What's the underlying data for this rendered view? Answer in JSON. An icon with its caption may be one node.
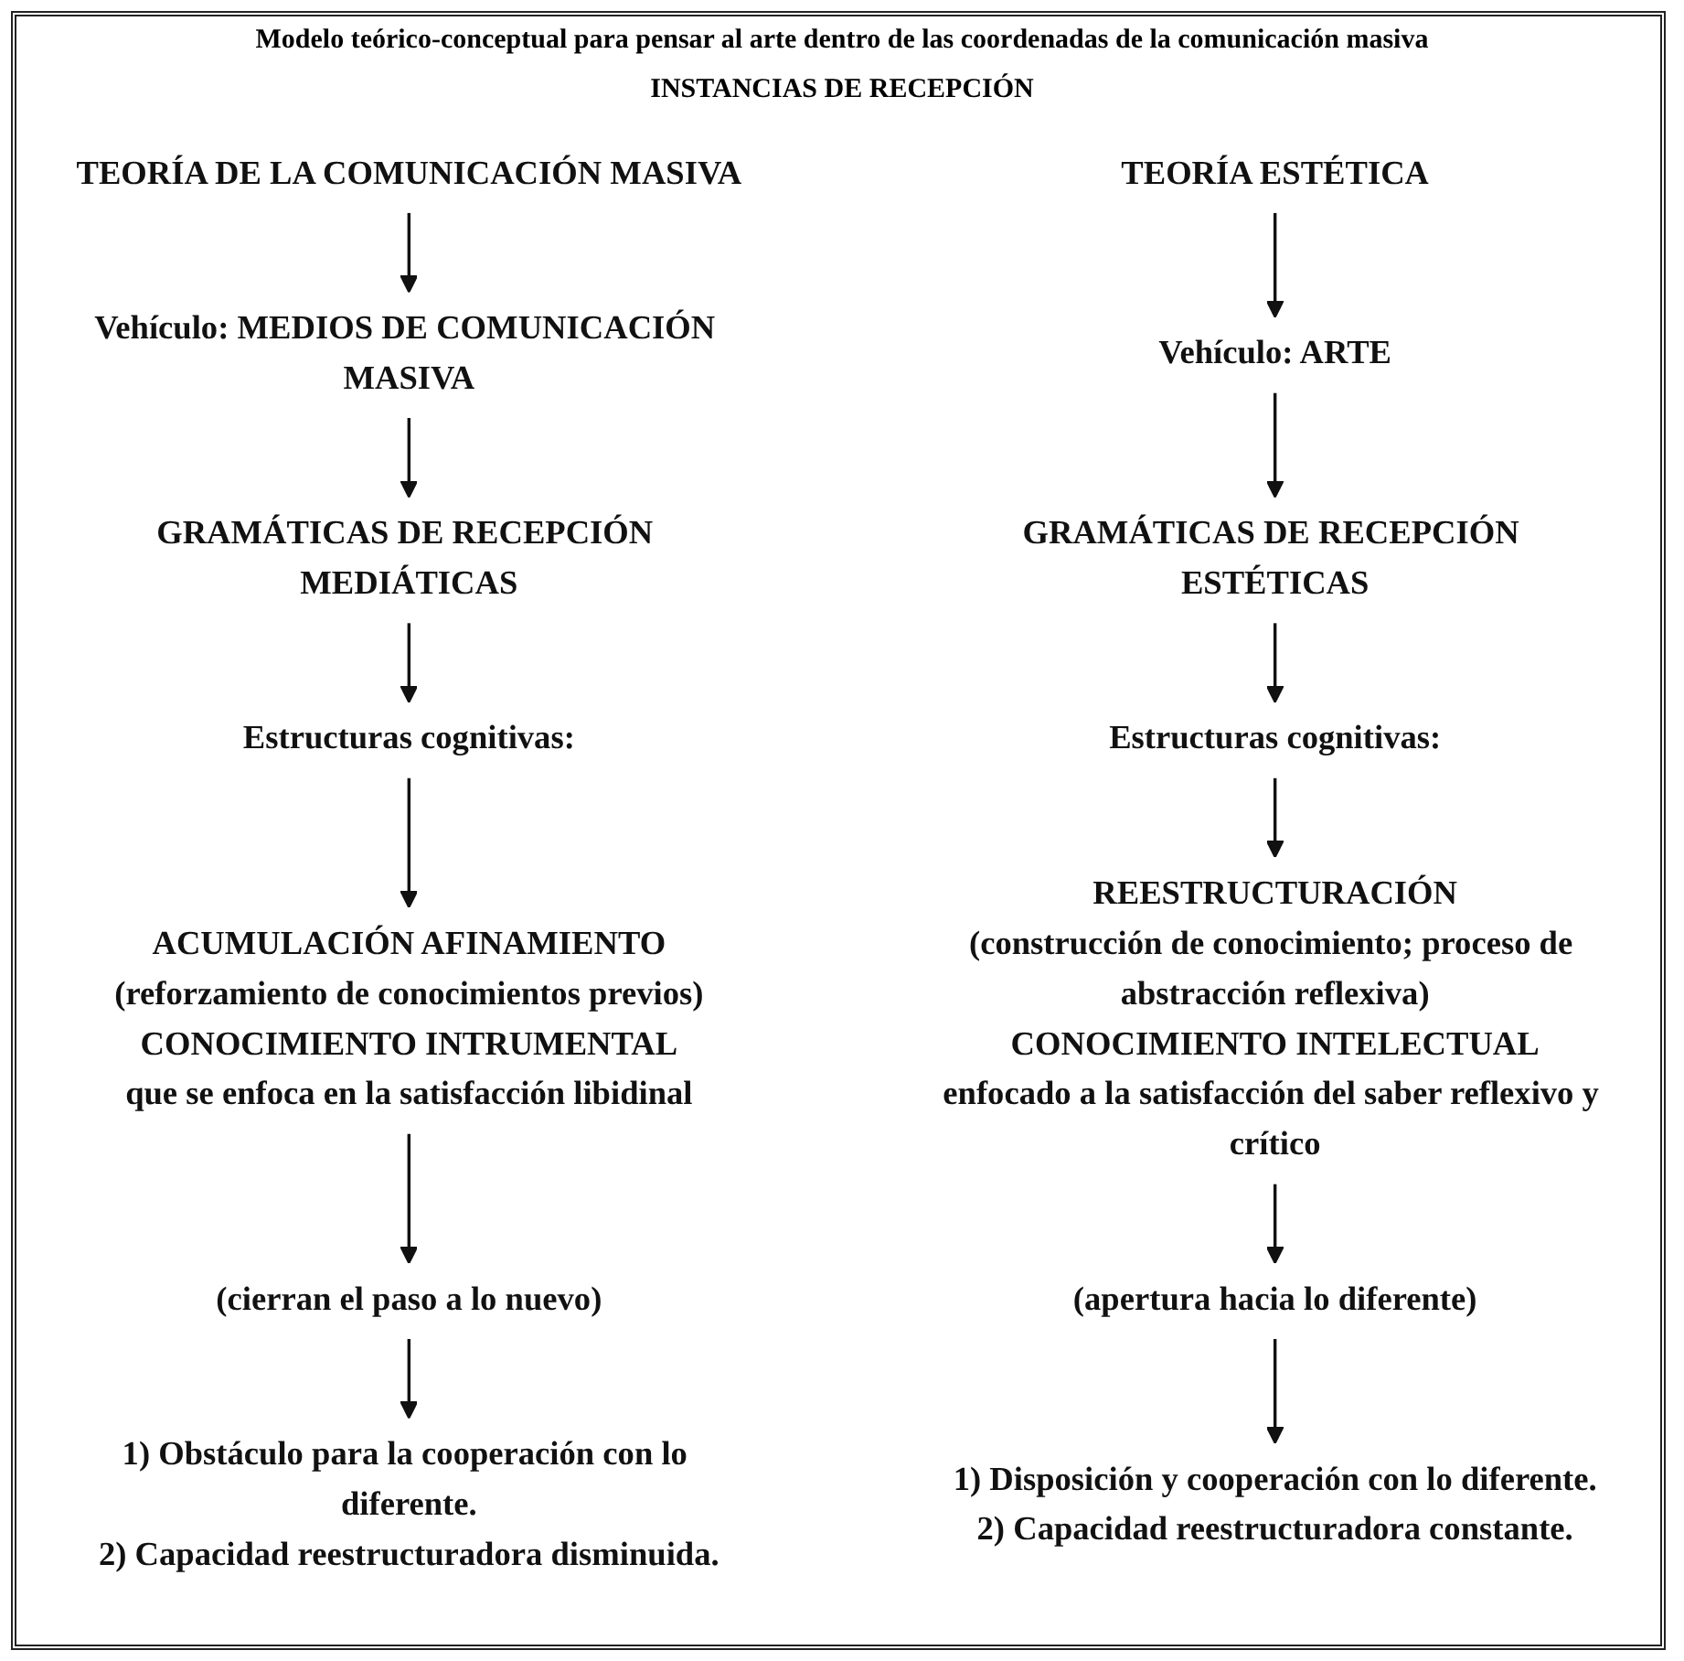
{
  "diagram": {
    "title": "Modelo teórico-conceptual para pensar al arte dentro de las coordenadas de la comunicación masiva",
    "nodes": [
      {
        "text": [
          "TEORÍA DE LA COMUNICACIÓN MASIVA"
        ]
      },
      {
        "text": [
          "TEORÍA ESTÉTICA"
        ]
      },
      {
        "text": [
          "Vehículo: MEDIOS DE COMUNICACIÓN MASIVA"
        ]
      },
      {
        "text": [
          "Vehículo: ARTE"
        ]
      },
      {
        "text": [
          "GRAMÁTICAS DE RECEPCIÓN MEDIÁTICAS"
        ]
      },
      {
        "text": [
          "GRAMÁTICAS DE RECEPCIÓN ESTÉTICAS"
        ]
      },
      {
        "text": [
          "Estructuras cognitivas:"
        ]
      },
      {
        "text": [
          "Estructuras cognitivas:"
        ]
      },
      {
        "text": [
          "ACUMULACIÓN AFINAMIENTO",
          "(reforzamiento de conocimientos previos)",
          "CONOCIMIENTO INTRUMENTAL",
          "que se enfoca en la satisfacción libidinal"
        ]
      },
      {
        "text": [
          "REESTRUCTURACIÓN",
          "(construcción de conocimiento; proceso de abstracción reflexiva)",
          "CONOCIMIENTO INTELECTUAL",
          "enfocado a la satisfacción del saber reflexivo y crítico"
        ]
      },
      {
        "text": [
          "(cierran el paso a lo nuevo)"
        ]
      },
      {
        "text": [
          "(apertura hacia lo diferente)"
        ]
      },
      {
        "text": [
          "1) Obstáculo para la cooperación con lo diferente.",
          "2) Capacidad reestructuradora disminuida."
        ]
      },
      {
        "text": [
          "1) Disposición y cooperación con lo diferente.",
          "2) Capacidad reestructuradora constante."
        ]
      }
    ],
    "edges": [
      {
        "from": 0,
        "to": 2,
        "arrow": "to"
      },
      {
        "from": 1,
        "to": 3,
        "arrow": "to"
      },
      {
        "from": 2,
        "to": 4,
        "arrow": "to"
      },
      {
        "from": 3,
        "to": 5,
        "arrow": "to"
      },
      {
        "from": 4,
        "to": 6,
        "arrow": "to"
      },
      {
        "from": 5,
        "to": 7,
        "arrow": "to"
      },
      {
        "from": 6,
        "to": 8,
        "arrow": "to"
      },
      {
        "from": 7,
        "to": 9,
        "arrow": "to"
      },
      {
        "from": 8,
        "to": 10,
        "arrow": "to"
      },
      {
        "from": 9,
        "to": 11,
        "arrow": "to"
      },
      {
        "from": 10,
        "to": 12,
        "arrow": "to"
      },
      {
        "from": 11,
        "to": 13,
        "arrow": "to"
      }
    ],
    "labels": [
      "INSTANCIAS DE RECEPCIÓN"
    ]
  }
}
